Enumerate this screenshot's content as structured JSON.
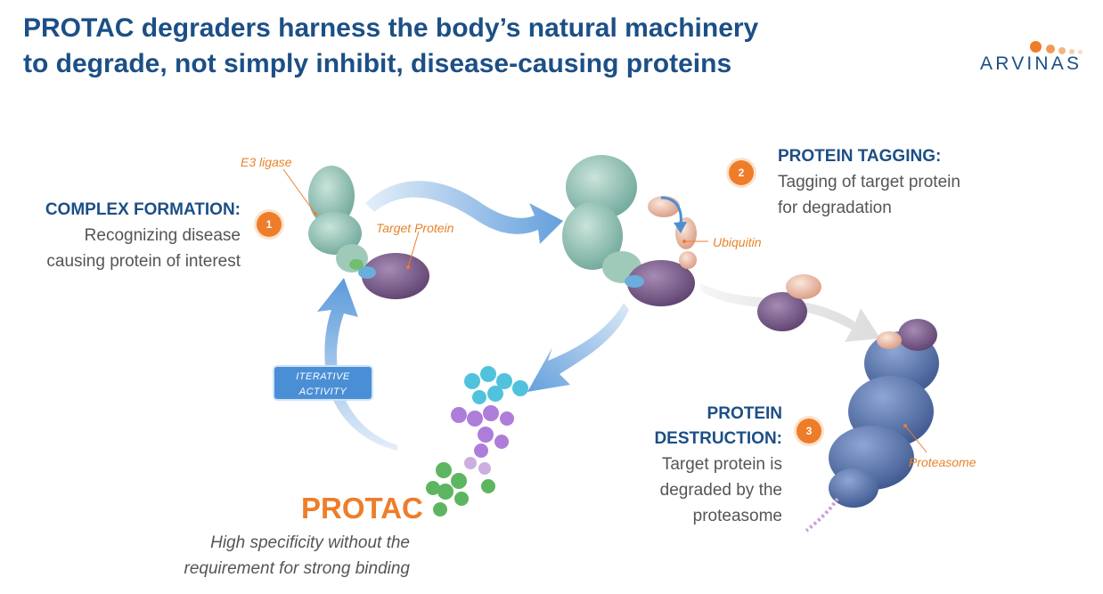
{
  "title": {
    "line1": "PROTAC degraders harness the body’s natural machinery",
    "line2": "to degrade, not simply inhibit, disease-causing proteins"
  },
  "logo": {
    "text": "ARVINAS"
  },
  "steps": [
    {
      "number": "1",
      "heading": "COMPLEX FORMATION:",
      "body": [
        "Recognizing disease",
        "causing protein of interest"
      ]
    },
    {
      "number": "2",
      "heading": "PROTEIN TAGGING:",
      "body": [
        "Tagging of target protein",
        "for degradation"
      ]
    },
    {
      "number": "3",
      "heading": [
        "PROTEIN",
        "DESTRUCTION:"
      ],
      "body": [
        "Target protein is",
        "degraded by the",
        "proteasome"
      ]
    }
  ],
  "labels": {
    "e3_ligase": "E3 ligase",
    "target_protein": "Target Protein",
    "ubiquitin": "Ubiquitin",
    "proteasome": "Proteasome"
  },
  "iterative": {
    "line1": "ITERATIVE",
    "line2": "ACTIVITY"
  },
  "protac": {
    "title": "PROTAC",
    "desc1": "High specificity without the",
    "desc2": "requirement for strong binding"
  },
  "colors": {
    "title_blue": "#1c4f86",
    "accent_orange": "#ee7d2a",
    "arrow_blue": "#4a8fd6",
    "e3_teal": "#8fc2b4",
    "target_purple": "#7a5a8c",
    "proteasome_blue": "#4f6fa8"
  }
}
